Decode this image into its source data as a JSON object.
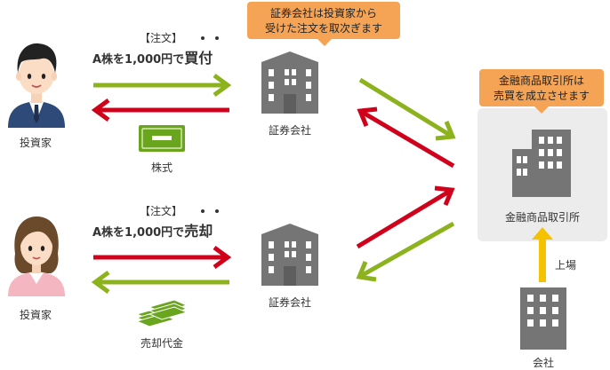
{
  "colors": {
    "green": "#8cb31d",
    "red": "#d0021b",
    "building": "#757575",
    "callout": "#f5a354",
    "panel": "#ececec"
  },
  "buyer": {
    "label": "投資家",
    "order_tag": "【注文】",
    "order_prefix": "A株を1,000円で",
    "order_verb": "買付",
    "received_item": "株式"
  },
  "seller": {
    "label": "投資家",
    "order_tag": "【注文】",
    "order_prefix": "A株を1,000円で",
    "order_verb": "売却",
    "received_item": "売却代金"
  },
  "broker_top": {
    "label": "証券会社"
  },
  "broker_bottom": {
    "label": "証券会社"
  },
  "callout_broker": {
    "line1": "証券会社は投資家から",
    "line2": "受けた注文を取次ぎます"
  },
  "callout_exchange": {
    "line1": "金融商品取引所は",
    "line2": "売買を成立させます"
  },
  "exchange": {
    "label": "金融商品取引所"
  },
  "listing": {
    "label": "上場"
  },
  "company": {
    "label": "会社"
  }
}
